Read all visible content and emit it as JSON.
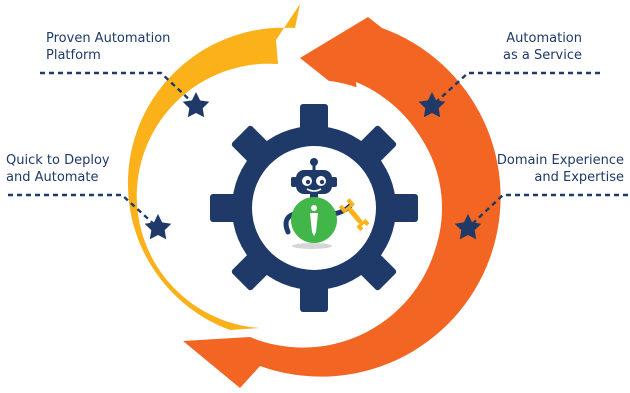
{
  "labels": {
    "proven_automation": [
      "Proven Automation",
      "Platform"
    ],
    "quick_to_deploy": [
      "Quick to Deploy",
      "and Automate"
    ],
    "automation_service": [
      "Automation",
      "as a Service"
    ],
    "domain_experience": [
      "Domain Experience",
      "and Expertise"
    ]
  },
  "colors": {
    "orange_arrow": "#f26522",
    "yellow_arrow": "#fbb119",
    "gear": "#1f3a68",
    "star": "#1f3a68",
    "robot_body": "#43b649",
    "wrench": "#fbb119",
    "text": "#1f3a68"
  }
}
